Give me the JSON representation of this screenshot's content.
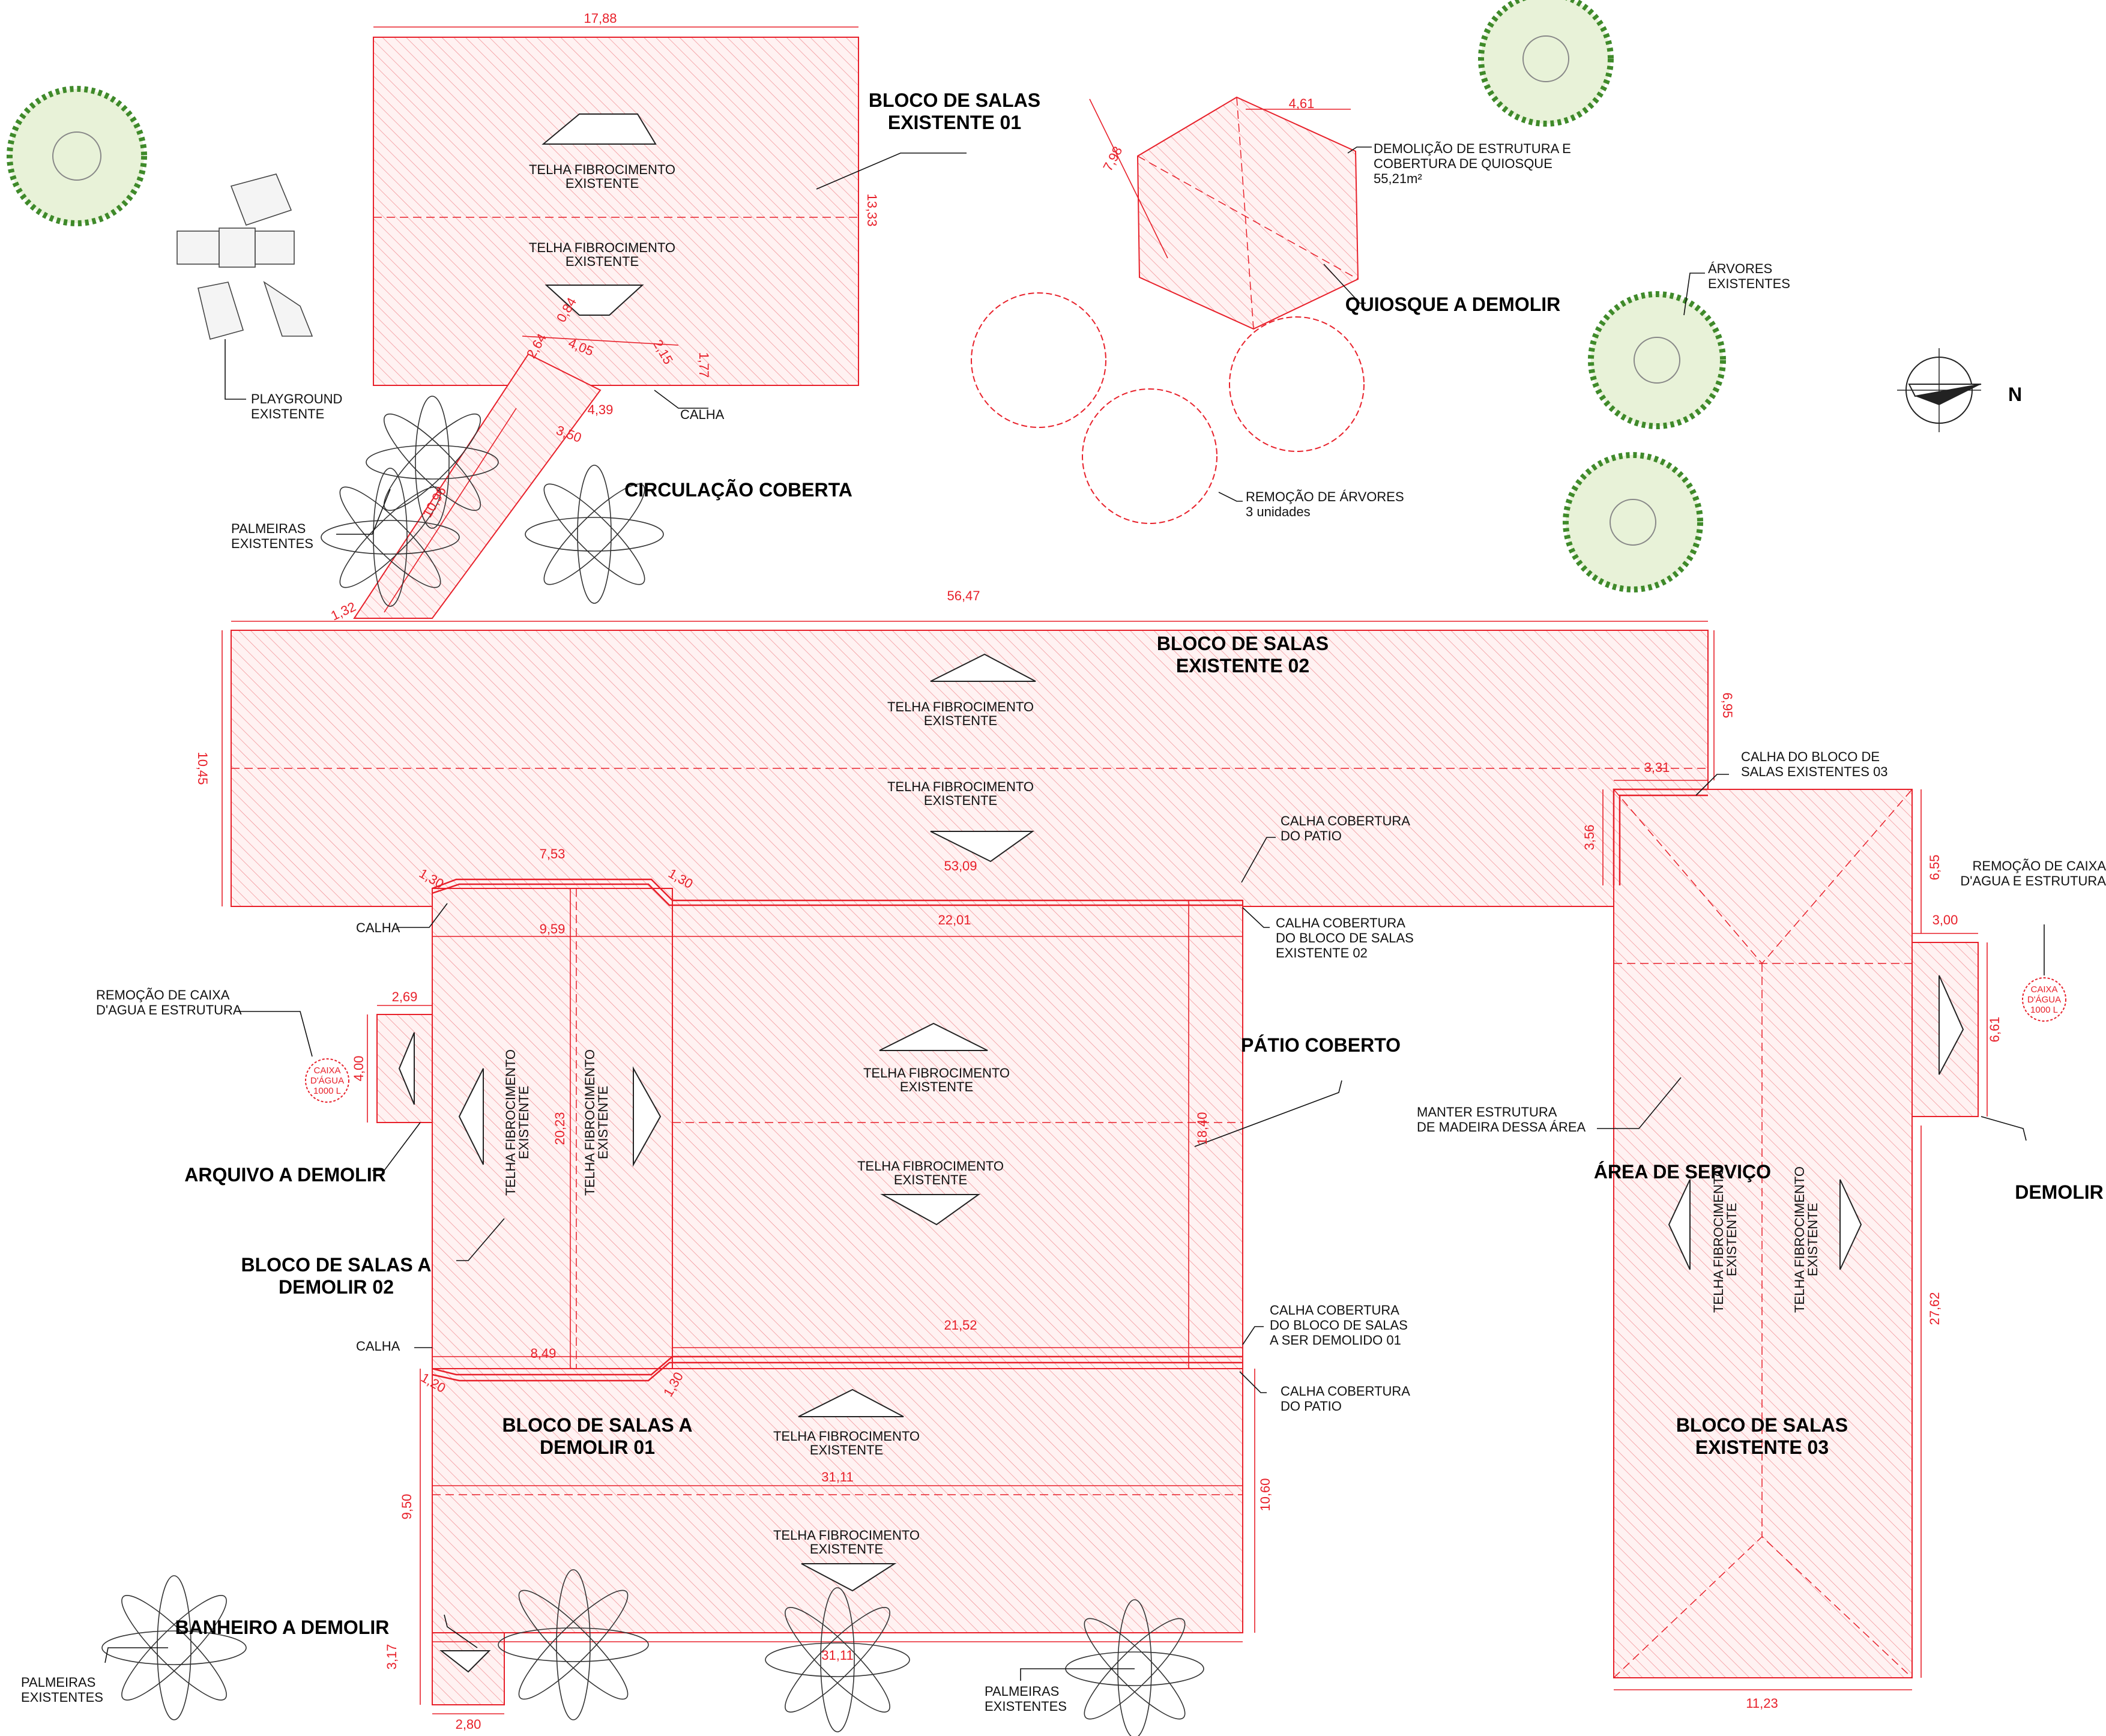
{
  "titles": {
    "bloco01": [
      "BLOCO DE SALAS",
      "EXISTENTE 01"
    ],
    "bloco02": [
      "BLOCO DE SALAS",
      "EXISTENTE 02"
    ],
    "bloco03": [
      "BLOCO DE SALAS",
      "EXISTENTE 03"
    ],
    "quiosque": "QUIOSQUE A DEMOLIR",
    "circulacao": "CIRCULAÇÃO COBERTA",
    "patio": "PÁTIO COBERTO",
    "arquivo": "ARQUIVO A DEMOLIR",
    "demolir02": [
      "BLOCO DE SALAS A",
      "DEMOLIR 02"
    ],
    "demolir01": [
      "BLOCO DE SALAS A",
      "DEMOLIR 01"
    ],
    "banheiro": "BANHEIRO A DEMOLIR",
    "servico": [
      "ÁREA DE SERVIÇO",
      "DEMOLIR"
    ]
  },
  "roof": [
    "TELHA FIBROCIMENTO",
    "EXISTENTE"
  ],
  "notes": {
    "playground": [
      "PLAYGROUND",
      "EXISTENTE"
    ],
    "palmeiras": [
      "PALMEIRAS",
      "EXISTENTES"
    ],
    "calha": "CALHA",
    "demolicao_quiosque": [
      "DEMOLIÇÃO DE ESTRUTURA E",
      "COBERTURA DE QUIOSQUE",
      "55,21m²"
    ],
    "arvores": [
      "ÁRVORES",
      "EXISTENTES"
    ],
    "remocao_arvores": [
      "REMOÇÃO DE ÁRVORES",
      "3 unidades"
    ],
    "calha_bloco03": [
      "CALHA DO BLOCO DE",
      "SALAS EXISTENTES 03"
    ],
    "calha_patio": [
      "CALHA COBERTURA",
      "DO PATIO"
    ],
    "calha_bloco02": [
      "CALHA COBERTURA",
      "DO BLOCO DE SALAS",
      "EXISTENTE 02"
    ],
    "remocao_caixa_left": [
      "REMOÇÃO DE CAIXA",
      "D'AGUA E ESTRUTURA"
    ],
    "remocao_caixa_right": [
      "REMOÇÃO DE CAIXA",
      "D'AGUA E ESTRUTURA"
    ],
    "caixa": [
      "CAIXA",
      "D'ÁGUA",
      "1000 L"
    ],
    "manter": [
      "MANTER ESTRUTURA",
      "DE MADEIRA DESSA ÁREA"
    ],
    "calha_demolido01": [
      "CALHA COBERTURA",
      "DO BLOCO DE SALAS",
      "A SER DEMOLIDO 01"
    ],
    "north": "N"
  },
  "dims": {
    "d1788": "17,88",
    "d1333": "13,33",
    "d461": "4,61",
    "d798": "7,98",
    "d264": "2,64",
    "d084": "0,84",
    "d405": "4,05",
    "d215": "2,15",
    "d177": "1,77",
    "d439": "4,39",
    "d350": "3,50",
    "d1096": "10,96",
    "d132": "1,32",
    "d5647": "56,47",
    "d1045": "10,45",
    "d695": "6,95",
    "d331": "3,31",
    "d356": "3,56",
    "d753": "7,53",
    "d130a": "1,30",
    "d130b": "1,30",
    "d5309": "53,09",
    "d959": "9,59",
    "d2201": "22,01",
    "d655": "6,55",
    "d300": "3,00",
    "d269": "2,69",
    "d400": "4,00",
    "d661": "6,61",
    "d2023": "20,23",
    "d1840": "18,40",
    "d2762": "27,62",
    "d849": "8,49",
    "d2152": "21,52",
    "d120": "1,20",
    "d130c": "1,30",
    "d3111a": "31,11",
    "d950": "9,50",
    "d1060": "10,60",
    "d3111b": "31,11",
    "d317": "3,17",
    "d280": "2,80",
    "d1123": "11,23"
  },
  "colors": {
    "demolition": "#e8202a",
    "ink": "#111111",
    "foliage": "#3f8a2a"
  }
}
